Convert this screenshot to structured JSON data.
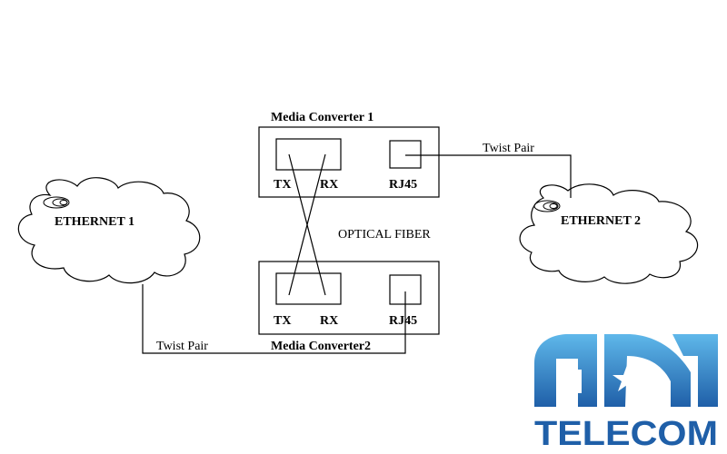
{
  "diagram": {
    "converter_top": {
      "title": "Media Converter 1",
      "tx": "TX",
      "rx": "RX",
      "rj45": "RJ45"
    },
    "converter_bottom": {
      "title": "Media Converter2",
      "tx": "TX",
      "rx": "RX",
      "rj45": "RJ45"
    },
    "medium_label": "OPTICAL FIBER",
    "cloud_left": "ETHERNET 1",
    "cloud_right": "ETHERNET 2",
    "twist_pair_right": "Twist Pair",
    "twist_pair_left": "Twist Pair"
  },
  "logo": {
    "name": "TELECOM",
    "colors": {
      "primary": "#1f5fa8",
      "secondary": "#4aa8e0"
    },
    "icon": "star-icon"
  }
}
